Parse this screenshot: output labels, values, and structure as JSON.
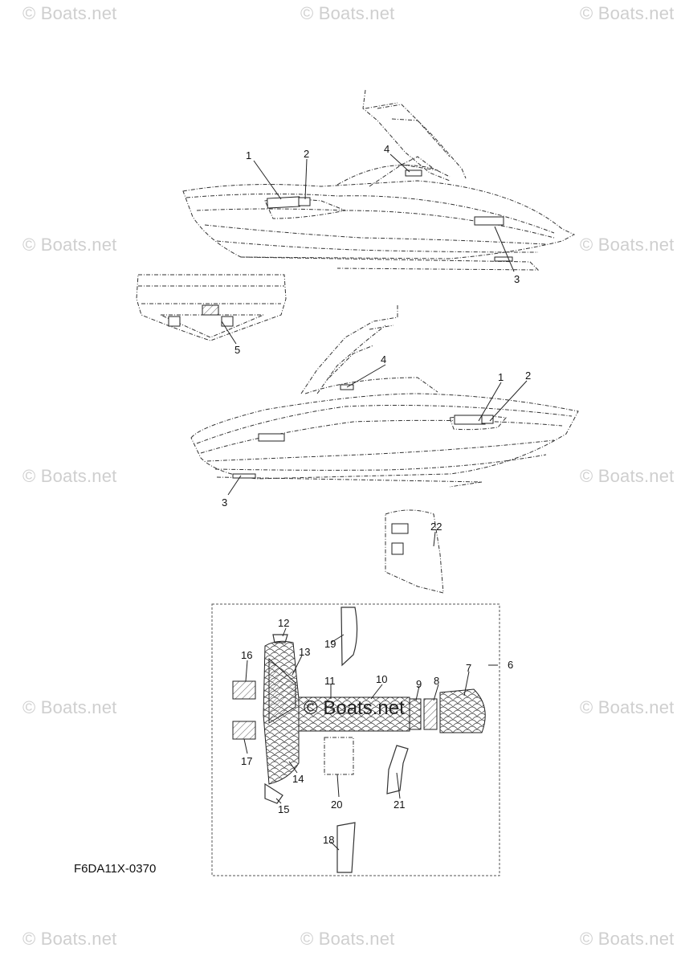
{
  "watermark": "© Boats.net",
  "center_watermark": "© Boats.net",
  "diagram_code": "F6DA11X-0370",
  "callouts": {
    "c1a": "1",
    "c2a": "2",
    "c3a": "3",
    "c4a": "4",
    "c5": "5",
    "c1b": "1",
    "c2b": "2",
    "c3b": "3",
    "c4b": "4",
    "c6": "6",
    "c7": "7",
    "c8": "8",
    "c9": "9",
    "c10": "10",
    "c11": "11",
    "c12": "12",
    "c13": "13",
    "c14": "14",
    "c15": "15",
    "c16": "16",
    "c17": "17",
    "c18": "18",
    "c19": "19",
    "c20": "20",
    "c21": "21",
    "c22": "22"
  }
}
